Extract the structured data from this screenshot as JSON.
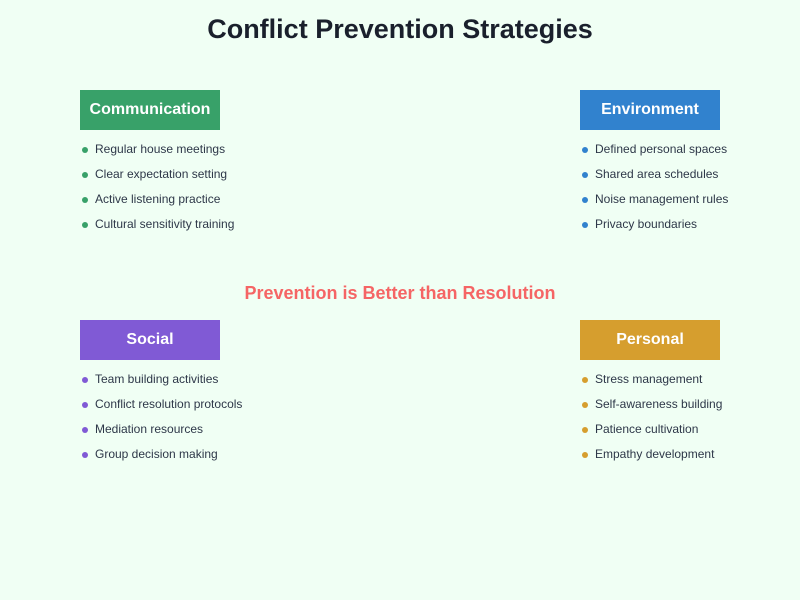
{
  "title": "Conflict Prevention Strategies",
  "subtitle": "Prevention is Better than Resolution",
  "quadrants": [
    {
      "label": "Communication",
      "color": "#38A169",
      "items": [
        "Regular house meetings",
        "Clear expectation setting",
        "Active listening practice",
        "Cultural sensitivity training"
      ]
    },
    {
      "label": "Environment",
      "color": "#3182CE",
      "items": [
        "Defined personal spaces",
        "Shared area schedules",
        "Noise management rules",
        "Privacy boundaries"
      ]
    },
    {
      "label": "Social",
      "color": "#805AD5",
      "items": [
        "Team building activities",
        "Conflict resolution protocols",
        "Mediation resources",
        "Group decision making"
      ]
    },
    {
      "label": "Personal",
      "color": "#D69E2E",
      "items": [
        "Stress management",
        "Self-awareness building",
        "Patience cultivation",
        "Empathy development"
      ]
    }
  ],
  "colors": {
    "background": "#F0FFF4",
    "title": "#1A202C",
    "subtitle": "#F56565",
    "item_text": "#2D3748"
  }
}
